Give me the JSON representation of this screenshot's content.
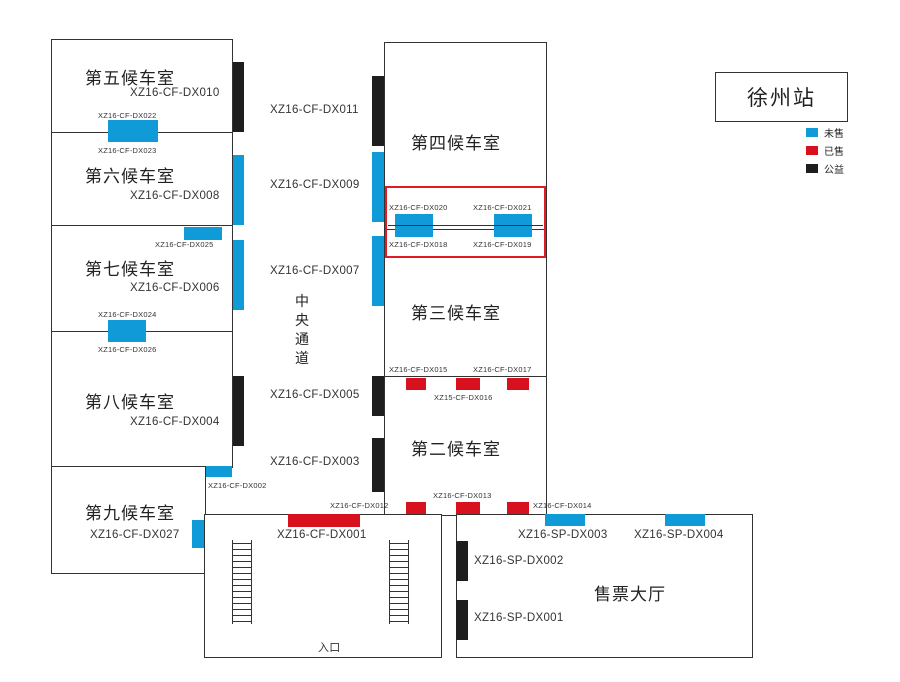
{
  "station": {
    "name": "徐州站"
  },
  "legend": [
    {
      "key": "unsold",
      "label": "未售",
      "color": "#119ad8"
    },
    {
      "key": "sold",
      "label": "已售",
      "color": "#d8111e"
    },
    {
      "key": "public",
      "label": "公益",
      "color": "#1e1e1e"
    }
  ],
  "corridor": {
    "label": [
      "中",
      "央",
      "通",
      "道"
    ]
  },
  "rooms": {
    "w5": {
      "name": "第五候车室"
    },
    "w6": {
      "name": "第六候车室"
    },
    "w7": {
      "name": "第七候车室"
    },
    "w8": {
      "name": "第八候车室"
    },
    "w9": {
      "name": "第九候车室"
    },
    "w4": {
      "name": "第四候车室"
    },
    "w3": {
      "name": "第三候车室"
    },
    "w2": {
      "name": "第二候车室"
    },
    "ticket_hall": {
      "name": "售票大厅"
    },
    "entrance": {
      "name": "入口"
    }
  },
  "spots": {
    "dx001": {
      "code": "XZ16-CF-DX001",
      "status": "sold"
    },
    "dx002": {
      "code": "XZ16-CF-DX002",
      "status": "unsold"
    },
    "dx003": {
      "code": "XZ16-CF-DX003",
      "status": "public"
    },
    "dx004": {
      "code": "XZ16-CF-DX004",
      "status": "public"
    },
    "dx005": {
      "code": "XZ16-CF-DX005",
      "status": "public"
    },
    "dx006": {
      "code": "XZ16-CF-DX006",
      "status": "unsold"
    },
    "dx007": {
      "code": "XZ16-CF-DX007",
      "status": "unsold"
    },
    "dx008": {
      "code": "XZ16-CF-DX008",
      "status": "unsold"
    },
    "dx009": {
      "code": "XZ16-CF-DX009",
      "status": "unsold"
    },
    "dx010": {
      "code": "XZ16-CF-DX010",
      "status": "public"
    },
    "dx011": {
      "code": "XZ16-CF-DX011",
      "status": "public"
    },
    "dx012": {
      "code": "XZ16-CF-DX012",
      "status": "sold"
    },
    "dx013": {
      "code": "XZ16-CF-DX013",
      "status": "sold"
    },
    "dx014": {
      "code": "XZ16-CF-DX014",
      "status": "sold"
    },
    "dx015": {
      "code": "XZ16-CF-DX015",
      "status": "sold"
    },
    "dx016": {
      "code": "XZ15-CF-DX016",
      "status": "sold"
    },
    "dx017": {
      "code": "XZ16-CF-DX017",
      "status": "sold"
    },
    "dx018": {
      "code": "XZ16-CF-DX018",
      "status": "unsold"
    },
    "dx019": {
      "code": "XZ16-CF-DX019",
      "status": "unsold"
    },
    "dx020": {
      "code": "XZ16-CF-DX020",
      "status": "unsold"
    },
    "dx021": {
      "code": "XZ16-CF-DX021",
      "status": "unsold"
    },
    "dx022": {
      "code": "XZ16-CF-DX022",
      "status": "unsold"
    },
    "dx023": {
      "code": "XZ16-CF-DX023",
      "status": "unsold"
    },
    "dx024": {
      "code": "XZ16-CF-DX024",
      "status": "unsold"
    },
    "dx025": {
      "code": "XZ16-CF-DX025",
      "status": "unsold"
    },
    "dx026": {
      "code": "XZ16-CF-DX026",
      "status": "unsold"
    },
    "dx027": {
      "code": "XZ16-CF-DX027",
      "status": "unsold"
    },
    "sp001": {
      "code": "XZ16-SP-DX001",
      "status": "public"
    },
    "sp002": {
      "code": "XZ16-SP-DX002",
      "status": "public"
    },
    "sp003": {
      "code": "XZ16-SP-DX003",
      "status": "unsold"
    },
    "sp004": {
      "code": "XZ16-SP-DX004",
      "status": "unsold"
    }
  }
}
